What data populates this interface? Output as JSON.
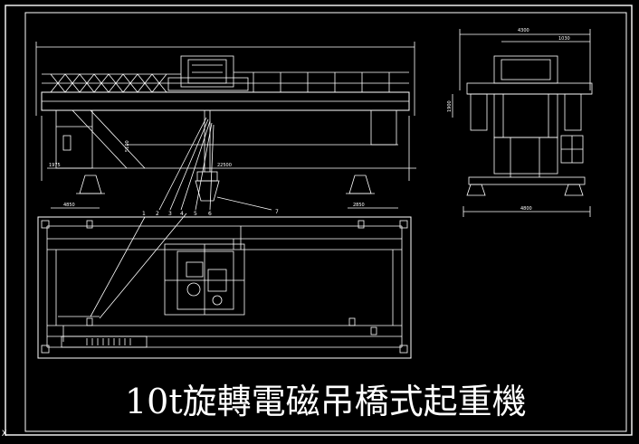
{
  "drawing": {
    "title": "10t旋轉電磁吊橋式起重機",
    "part_numbers": [
      "1",
      "2",
      "3",
      "4",
      "5",
      "6",
      "7"
    ],
    "corner_mark": "X",
    "dims": {
      "side_overall": "4300",
      "side_sub": "1030",
      "front_height": "5100",
      "front_span": "22500",
      "front_left": "4850",
      "front_right": "2850",
      "front_small": "1975",
      "side_base": "4800",
      "side_height": "1900"
    }
  },
  "colors": {
    "line": "#ffffff",
    "background": "#000000"
  }
}
